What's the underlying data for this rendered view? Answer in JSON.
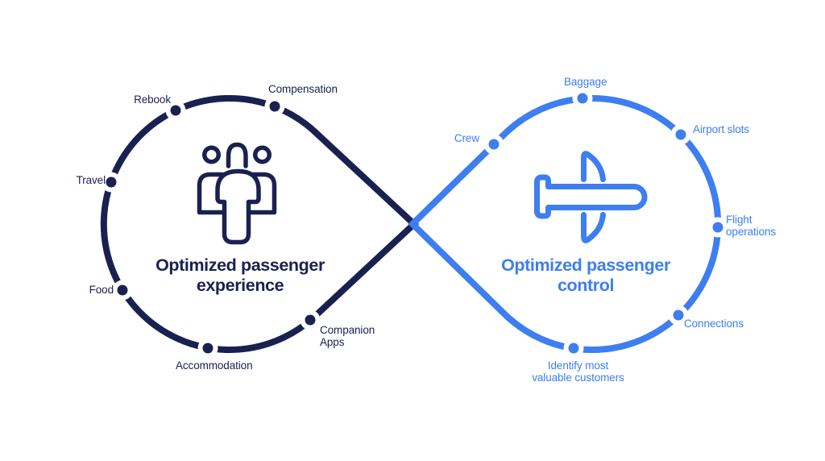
{
  "colors": {
    "experience_loop": "#1a2151",
    "control_loop": "#3d7ef0",
    "background": "#ffffff"
  },
  "left_loop": {
    "title": "Optimized passenger\nexperience",
    "icon": "passengers-icon",
    "nodes": [
      {
        "label": "Rebook"
      },
      {
        "label": "Compensation"
      },
      {
        "label": "Travel"
      },
      {
        "label": "Food"
      },
      {
        "label": "Accommodation"
      },
      {
        "label": "Companion\nApps"
      }
    ]
  },
  "right_loop": {
    "title": "Optimized passenger\ncontrol",
    "icon": "airplane-icon",
    "nodes": [
      {
        "label": "Baggage"
      },
      {
        "label": "Airport slots"
      },
      {
        "label": "Crew"
      },
      {
        "label": "Flight\noperations"
      },
      {
        "label": "Connections"
      },
      {
        "label": "Identify most\nvaluable customers"
      }
    ]
  }
}
